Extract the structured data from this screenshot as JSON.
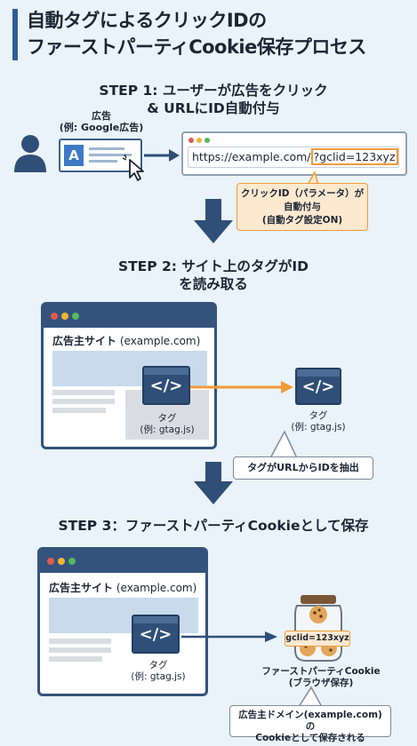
{
  "title": {
    "line1": "自動タグによるクリックIDの",
    "line2": "ファーストパーティCookie保存プロセス"
  },
  "step1": {
    "heading_line1": "STEP 1: ユーザーが広告をクリック",
    "heading_line2": "& URLにID自動付与",
    "ad_label_line1": "広告",
    "ad_label_line2": "(例: Google広告)",
    "ad_letter": "A",
    "url_base": "https://example.com/",
    "url_param": "?gclid=123xyz",
    "callout_line1": "クリックID（パラメータ）が",
    "callout_line2": "自動付与",
    "callout_line3": "(自動タグ設定ON)"
  },
  "step2": {
    "heading_line1": "STEP 2: サイト上のタグがID",
    "heading_line2": "を読み取る",
    "site_title": "広告主サイト",
    "site_domain": "(example.com)",
    "tag_code": "</>",
    "tag_label": "タグ",
    "tag_example": "(例: gtag.js)",
    "remote_tag_label": "タグ",
    "remote_tag_example": "(例: gtag.js)",
    "callout": "タグがURLからIDを抽出"
  },
  "step3": {
    "heading": "STEP 3：ファーストパーティCookieとして保存",
    "site_title": "広告主サイト",
    "site_domain": "(example.com)",
    "tag_code": "</>",
    "tag_label": "タグ",
    "tag_example": "(例: gtag.js)",
    "cookie_value": "gclid=123xyz",
    "cookie_label_line1": "ファーストパーティCookie",
    "cookie_label_line2": "(ブラウザ保存)",
    "callout_line1": "広告主ドメイン(example.com)の",
    "callout_line2": "Cookieとして保存される"
  },
  "colors": {
    "navy": "#2f4f78",
    "accent_orange": "#f29a38",
    "callout_fill": "#fde9d0",
    "background": "#e9f3f9"
  }
}
